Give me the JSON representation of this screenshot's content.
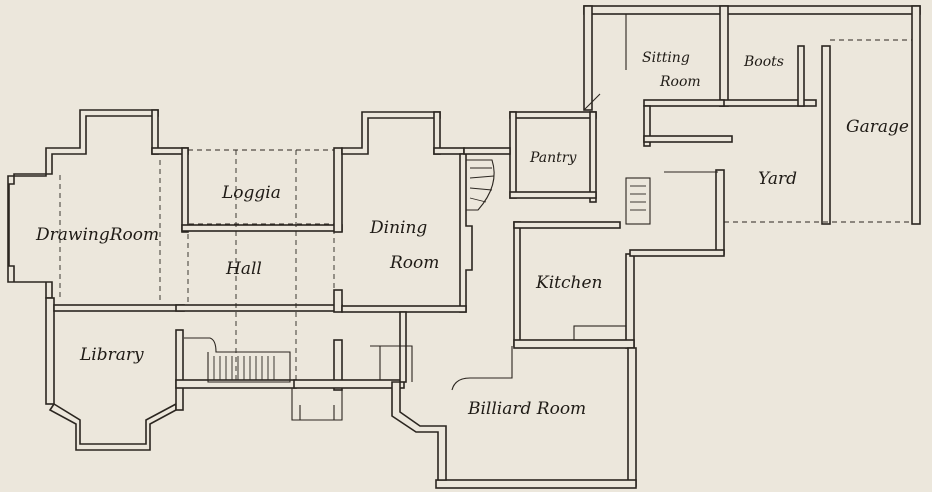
{
  "plan": {
    "rooms": {
      "drawing_room": "DrawingRoom",
      "loggia": "Loggia",
      "hall": "Hall",
      "library": "Library",
      "dining_1": "Dining",
      "dining_2": "Room",
      "pantry": "Pantry",
      "kitchen": "Kitchen",
      "billiard_room": "Billiard Room",
      "sitting_1": "Sitting",
      "sitting_2": "Room",
      "boots": "Boots",
      "garage": "Garage",
      "yard": "Yard"
    },
    "colors": {
      "paper": "#ece7dc",
      "ink": "#2b2620"
    }
  }
}
